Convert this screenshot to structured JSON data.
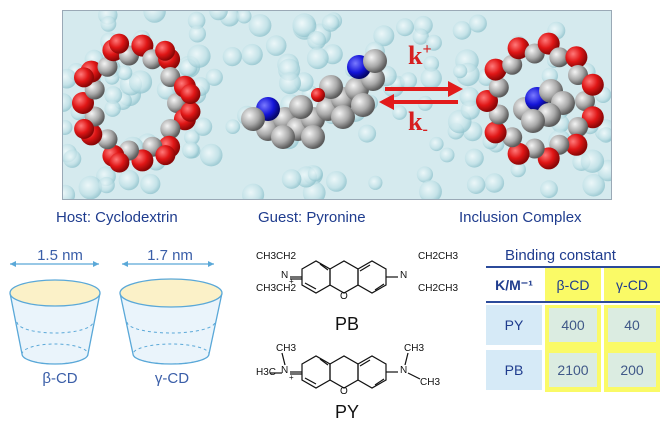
{
  "rate_labels": {
    "forward_k": "k",
    "forward_sub": "+",
    "reverse_k": "k",
    "reverse_sub": "-"
  },
  "captions": {
    "host": "Host: Cyclodextrin",
    "guest": "Guest: Pyronine",
    "complex": "Inclusion Complex"
  },
  "cyclodextrins": [
    {
      "name": "β-CD",
      "diameter": "1.5 nm"
    },
    {
      "name": "γ-CD",
      "diameter": "1.7 nm"
    }
  ],
  "structures": {
    "pb": {
      "label": "PB",
      "left_top": "CH3CH2",
      "left_bottom": "CH3CH2",
      "right_top": "CH2CH3",
      "right_bottom": "CH2CH3",
      "left_n": "N",
      "right_n": "N",
      "charge": "+"
    },
    "py": {
      "label": "PY",
      "left_top": "CH3",
      "left_bottom": "H3C",
      "right_top": "CH3",
      "right_bottom": "CH3",
      "left_n": "N",
      "right_n": "N",
      "charge": "+"
    },
    "ring_o": "O"
  },
  "binding": {
    "title": "Binding constant",
    "header": [
      "K/M⁻¹",
      "β-CD",
      "γ-CD"
    ],
    "rows": [
      {
        "dye": "PY",
        "beta": "400",
        "gamma": "40"
      },
      {
        "dye": "PB",
        "beta": "2100",
        "gamma": "200"
      }
    ]
  },
  "colors": {
    "oxygen": "#e01616",
    "carbon": "#a9a9a9",
    "nitrogen": "#1414d8",
    "arrow": "#e21b1b",
    "caption_text": "#1f3c8e",
    "highlight": "#fafa66",
    "row_fill": "#d6eaf7",
    "cd_fill": "#fbf1c8"
  }
}
